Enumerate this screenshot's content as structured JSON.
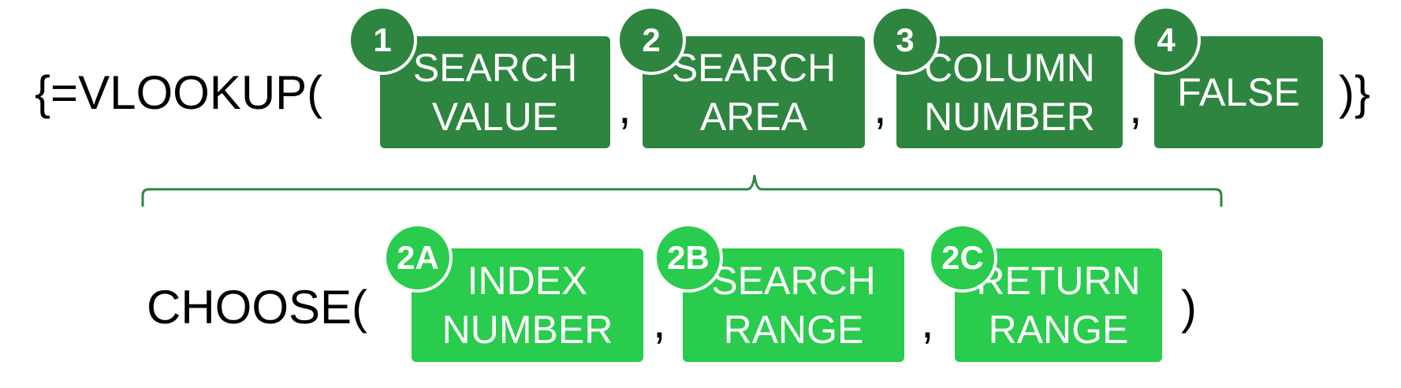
{
  "colors": {
    "dark_green": "#2e8540",
    "light_green": "#29cc4c",
    "text": "#000000",
    "box_text": "#ffffff"
  },
  "row1": {
    "prefix": "{=VLOOKUP(",
    "suffix": ")}",
    "separator": ",",
    "args": [
      {
        "badge": "1",
        "lines": [
          "SEARCH",
          "VALUE"
        ]
      },
      {
        "badge": "2",
        "lines": [
          "SEARCH",
          "AREA"
        ]
      },
      {
        "badge": "3",
        "lines": [
          "COLUMN",
          "NUMBER"
        ]
      },
      {
        "badge": "4",
        "lines": [
          "FALSE"
        ]
      }
    ]
  },
  "row2": {
    "prefix": "CHOOSE(",
    "suffix": ")",
    "separator": ",",
    "args": [
      {
        "badge": "2A",
        "lines": [
          "INDEX",
          "NUMBER"
        ]
      },
      {
        "badge": "2B",
        "lines": [
          "SEARCH",
          "RANGE"
        ]
      },
      {
        "badge": "2C",
        "lines": [
          "RETURN",
          "RANGE"
        ]
      }
    ]
  }
}
